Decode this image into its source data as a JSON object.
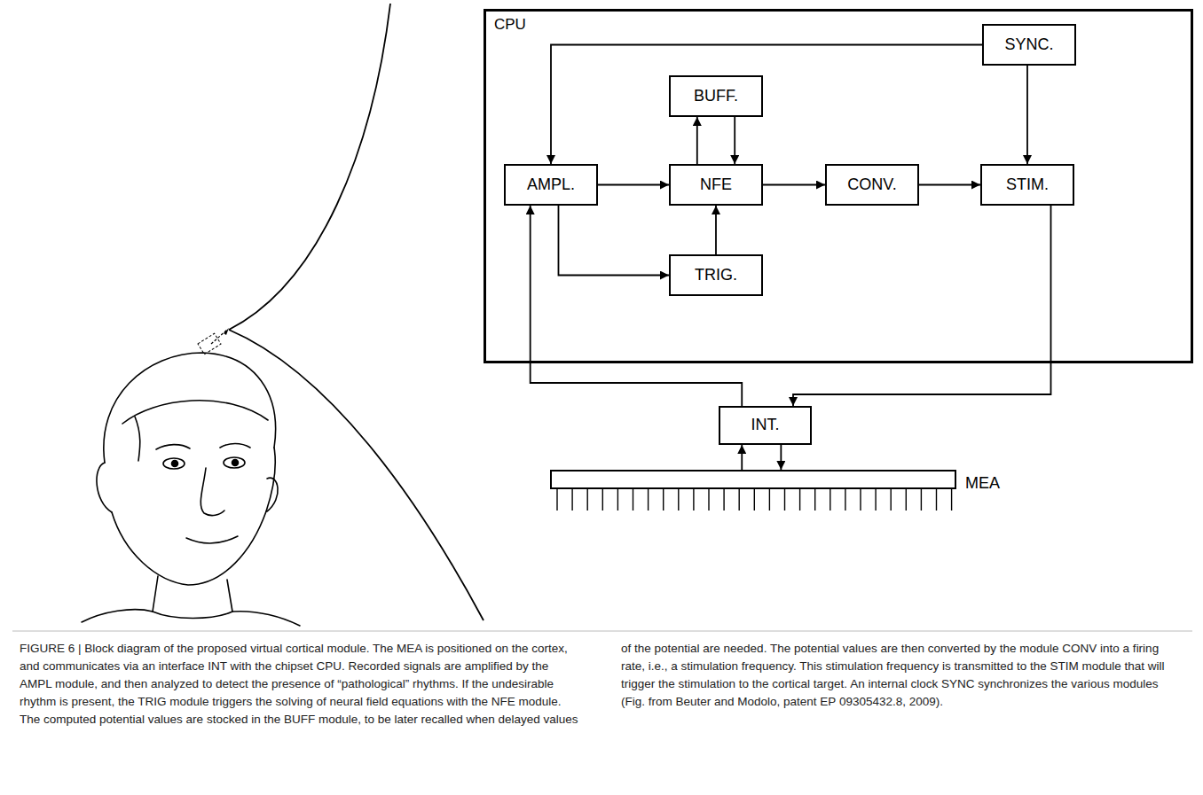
{
  "diagram": {
    "caption": "FIGURE 6 | Block diagram of the proposed virtual cortical module. The MEA is positioned on the cortex, and communicates via an interface INT with the chipset CPU. Recorded signals are amplified by the AMPL module, and then analyzed to detect the presence of “pathological” rhythms. If the undesirable rhythm is present, the TRIG module triggers the solving of neural field equations with the NFE module. The computed potential values are stocked in the BUFF module, to be later recalled when delayed values of the potential are needed. The potential values are then converted by the module CONV into a firing rate, i.e., a stimulation frequency. This stimulation frequency is transmitted to the STIM module that will trigger the stimulation to the cortical target. An internal clock SYNC synchronizes the various modules (Fig. from Beuter and Modolo, patent EP 09305432.8, 2009).",
    "nodes": [
      {
        "text": [
          "CPU"
        ]
      },
      {
        "text": [
          "SYNC."
        ],
        "in": 0
      },
      {
        "text": [
          "BUFF."
        ],
        "in": 0
      },
      {
        "text": [
          "AMPL."
        ],
        "in": 0
      },
      {
        "text": [
          "NFE"
        ],
        "in": 0
      },
      {
        "text": [
          "CONV."
        ],
        "in": 0
      },
      {
        "text": [
          "STIM."
        ],
        "in": 0
      },
      {
        "text": [
          "TRIG."
        ],
        "in": 0
      },
      {
        "text": [
          "INT."
        ]
      },
      {
        "text": [
          "MEA"
        ]
      }
    ],
    "edges": [
      {
        "from": 1,
        "to": 3,
        "arrow": "to"
      },
      {
        "from": 1,
        "to": 6,
        "arrow": "to"
      },
      {
        "from": 3,
        "to": 4,
        "arrow": "to"
      },
      {
        "from": 4,
        "to": 2,
        "arrow": "to"
      },
      {
        "from": 2,
        "to": 4,
        "arrow": "to"
      },
      {
        "from": 4,
        "to": 5,
        "arrow": "to"
      },
      {
        "from": 5,
        "to": 6,
        "arrow": "to"
      },
      {
        "from": 3,
        "to": 7,
        "arrow": "to"
      },
      {
        "from": 7,
        "to": 4,
        "arrow": "to"
      },
      {
        "from": 8,
        "to": 3,
        "arrow": "to"
      },
      {
        "from": 6,
        "to": 8,
        "arrow": "to"
      },
      {
        "from": 8,
        "to": 9,
        "arrow": "to"
      },
      {
        "from": 9,
        "to": 8,
        "arrow": "to"
      }
    ]
  }
}
